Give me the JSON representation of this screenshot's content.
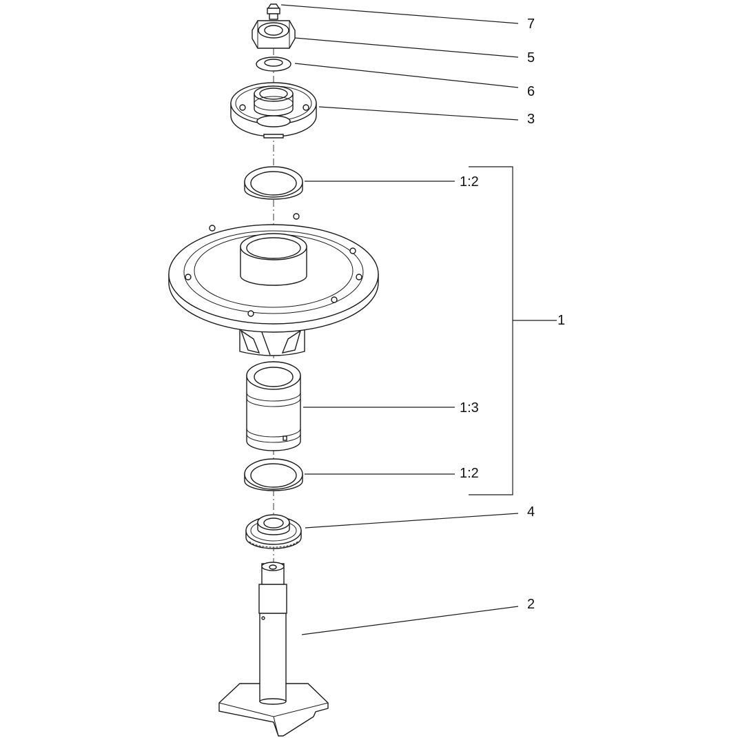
{
  "diagram": {
    "callouts": {
      "c7": "7",
      "c5": "5",
      "c6": "6",
      "c3": "3",
      "c1_2_top": "1:2",
      "c1": "1",
      "c1_3": "1:3",
      "c1_2_bottom": "1:2",
      "c4": "4",
      "c2": "2"
    },
    "parts": [
      {
        "callout": "7",
        "name": "grease-fitting"
      },
      {
        "callout": "5",
        "name": "hex-nut"
      },
      {
        "callout": "6",
        "name": "washer"
      },
      {
        "callout": "3",
        "name": "pulley-hub"
      },
      {
        "callout": "1:2",
        "name": "bearing-cup"
      },
      {
        "callout": "1",
        "name": "spindle-housing-assembly"
      },
      {
        "callout": "1:3",
        "name": "bearing-spacer"
      },
      {
        "callout": "4",
        "name": "seal"
      },
      {
        "callout": "2",
        "name": "spindle-shaft"
      }
    ]
  }
}
